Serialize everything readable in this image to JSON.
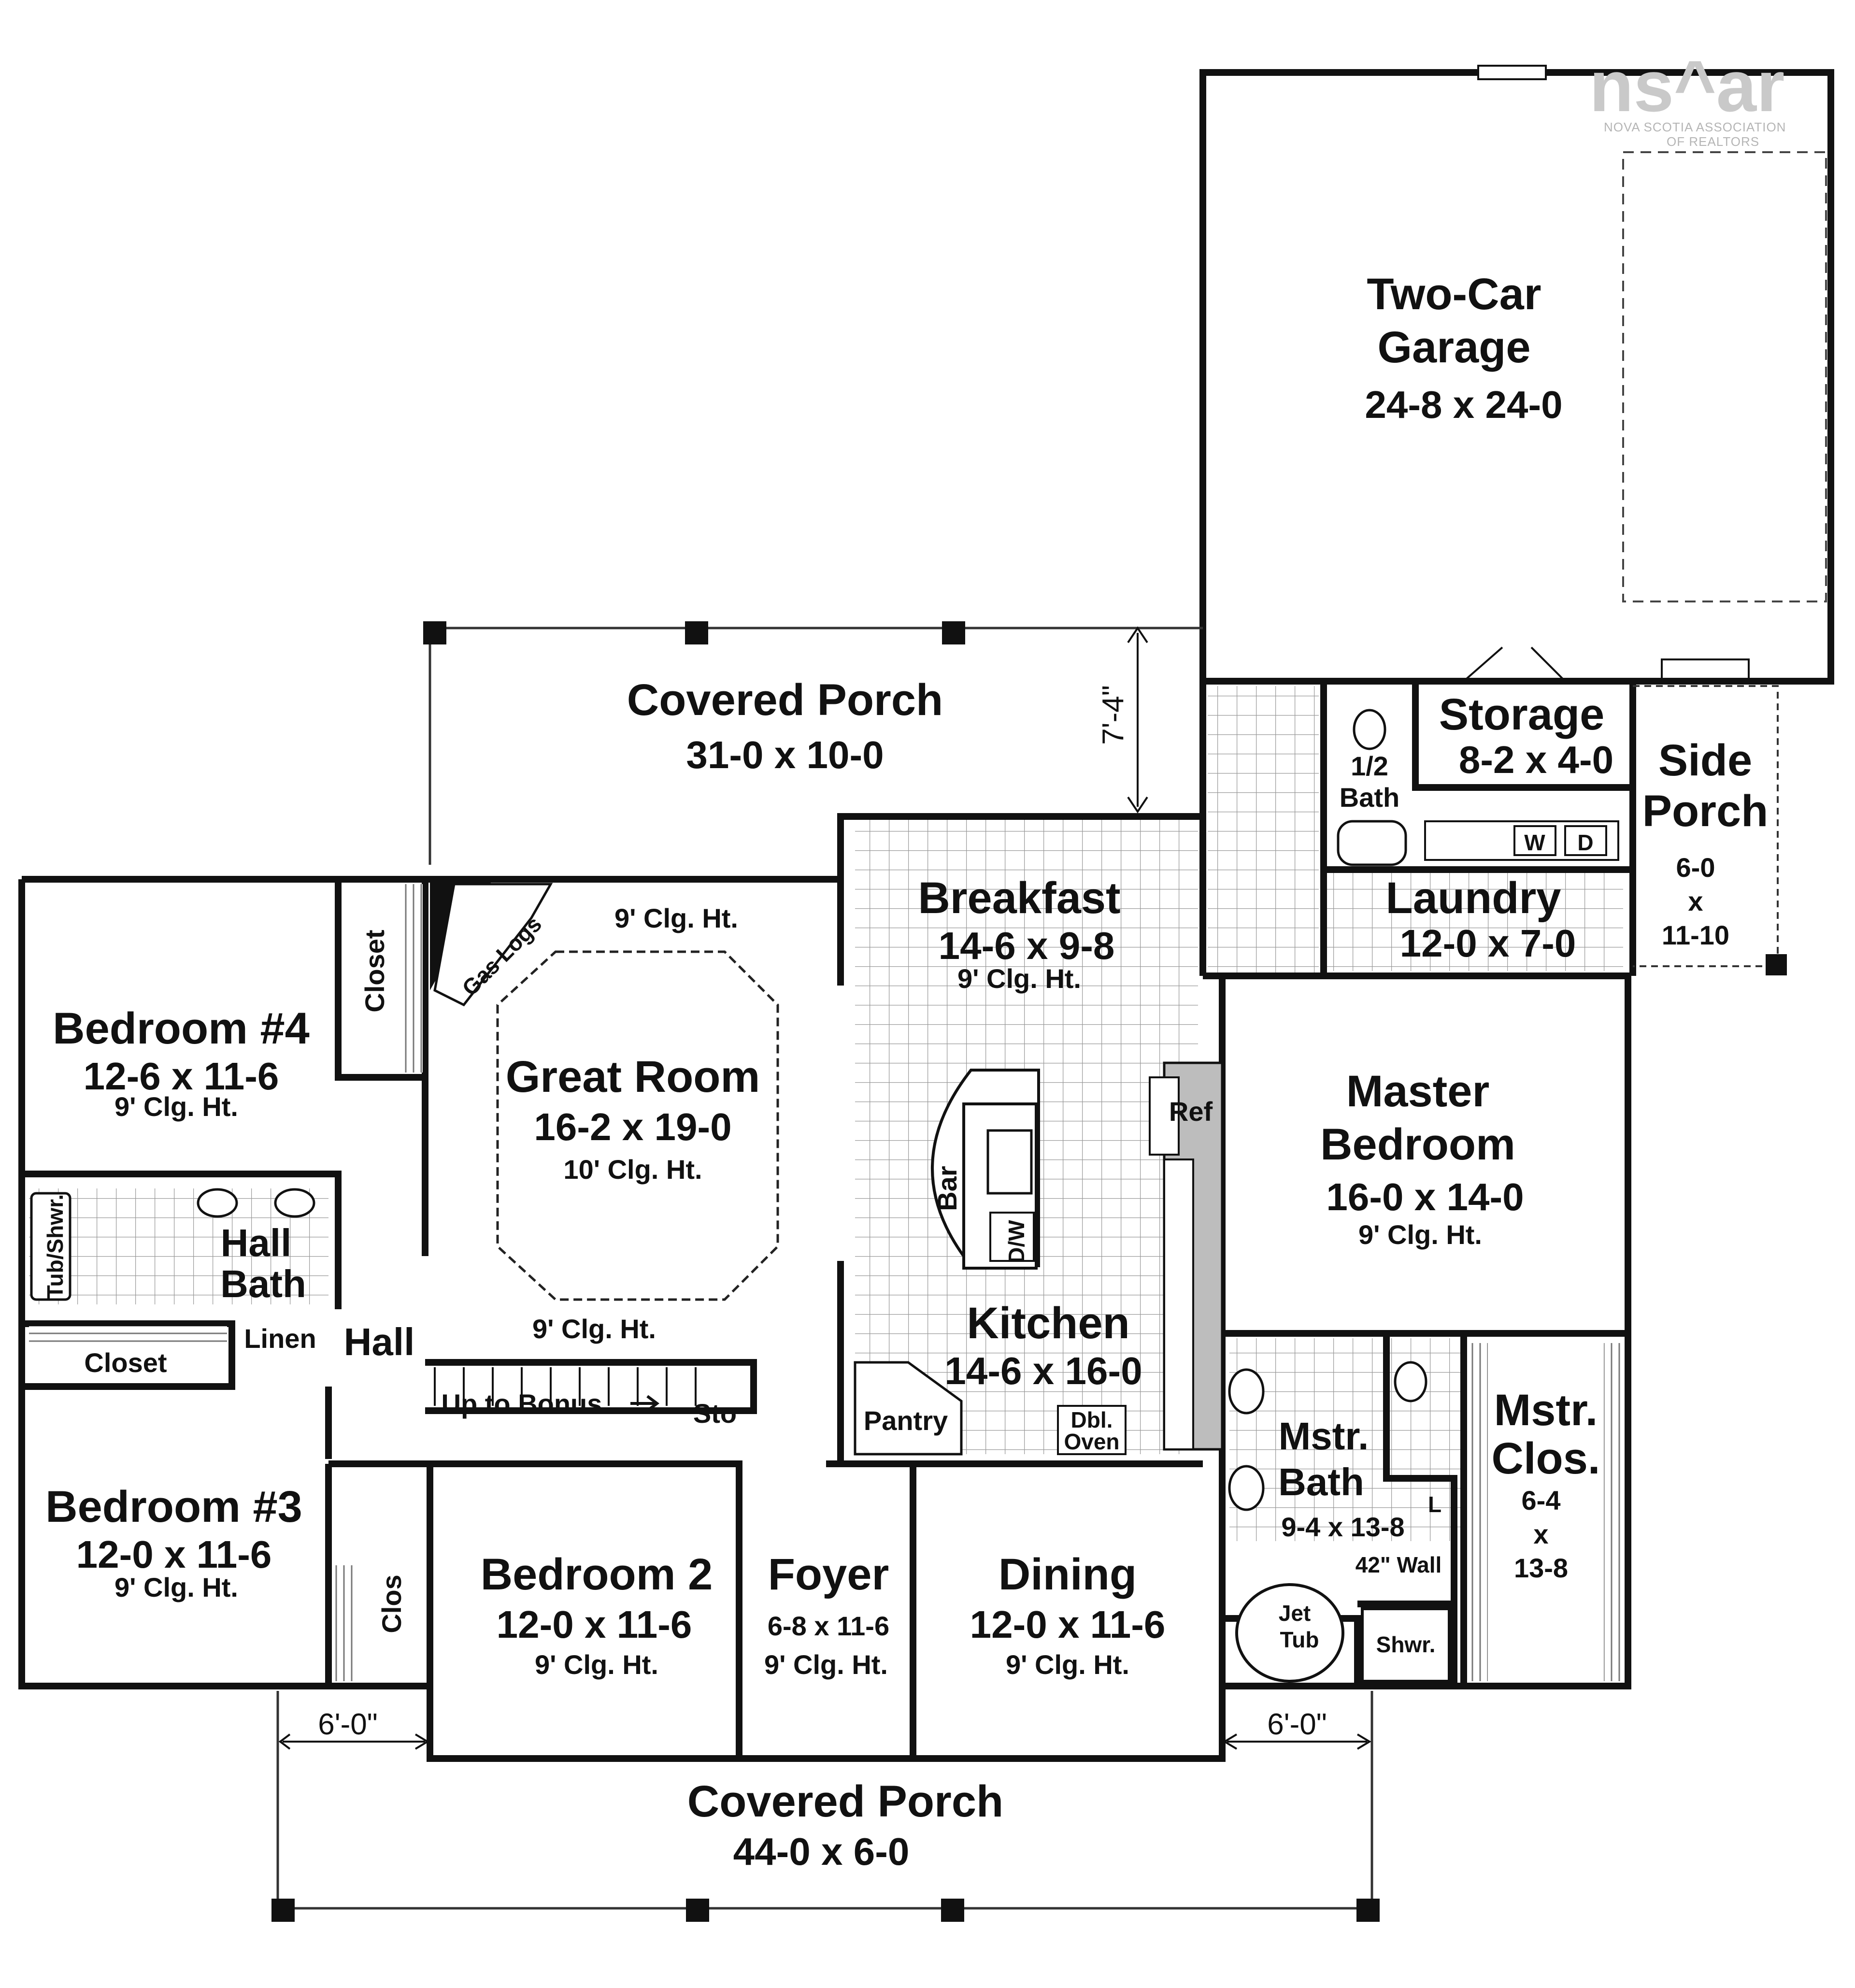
{
  "watermark": {
    "logo": "ns^ar",
    "org": "NOVA SCOTIA ASSOCIATION",
    "org2": "OF REALTORS"
  },
  "rooms": {
    "garage": {
      "name1": "Two-Car",
      "name2": "Garage",
      "dims": "24-8 x 24-0"
    },
    "rear_porch": {
      "name": "Covered Porch",
      "dims": "31-0 x 10-0",
      "depth": "7'-4\""
    },
    "storage": {
      "name": "Storage",
      "dims": "8-2 x 4-0"
    },
    "half_bath": {
      "name1": "1/2",
      "name2": "Bath"
    },
    "side_porch": {
      "name1": "Side",
      "name2": "Porch",
      "d1": "6-0",
      "d2": "x",
      "d3": "11-10"
    },
    "laundry": {
      "name": "Laundry",
      "dims": "12-0 x 7-0",
      "washer": "W",
      "dryer": "D"
    },
    "breakfast": {
      "name": "Breakfast",
      "dims": "14-6 x 9-8",
      "ceiling": "9' Clg. Ht."
    },
    "great_room": {
      "name": "Great Room",
      "dims": "16-2 x 19-0",
      "ceiling": "10' Clg. Ht.",
      "gas_logs": "Gas Logs",
      "ceiling_top": "9' Clg. Ht.",
      "ceiling_bottom": "9' Clg. Ht."
    },
    "bedroom4": {
      "name": "Bedroom #4",
      "dims": "12-6 x 11-6",
      "ceiling": "9' Clg. Ht.",
      "closet": "Closet"
    },
    "hall_bath": {
      "name1": "Hall",
      "name2": "Bath",
      "tub": "Tub/Shwr."
    },
    "linen": {
      "name": "Linen"
    },
    "hall": {
      "name": "Hall"
    },
    "closet_b3": {
      "name": "Closet"
    },
    "bedroom3": {
      "name": "Bedroom #3",
      "dims": "12-0 x 11-6",
      "ceiling": "9' Clg. Ht.",
      "clos": "Clos"
    },
    "stairs": {
      "label": "Up to Bonus",
      "sto": "Sto"
    },
    "kitchen": {
      "name": "Kitchen",
      "dims": "14-6 x 16-0",
      "bar": "Bar",
      "dw": "D/W",
      "ref": "Ref",
      "pantry": "Pantry",
      "oven1": "Dbl.",
      "oven2": "Oven"
    },
    "master_bedroom": {
      "name1": "Master",
      "name2": "Bedroom",
      "dims": "16-0 x 14-0",
      "ceiling": "9' Clg. Ht."
    },
    "master_bath": {
      "name1": "Mstr.",
      "name2": "Bath",
      "dims": "9-4 x 13-8",
      "wall": "42\" Wall",
      "tub1": "Jet",
      "tub2": "Tub",
      "shower": "Shwr.",
      "l": "L"
    },
    "master_closet": {
      "name1": "Mstr.",
      "name2": "Clos.",
      "d1": "6-4",
      "d2": "x",
      "d3": "13-8"
    },
    "bedroom2": {
      "name": "Bedroom 2",
      "dims": "12-0 x 11-6",
      "ceiling": "9' Clg. Ht."
    },
    "foyer": {
      "name": "Foyer",
      "dims": "6-8 x 11-6",
      "ceiling": "9' Clg. Ht."
    },
    "dining": {
      "name": "Dining",
      "dims": "12-0 x 11-6",
      "ceiling": "9' Clg. Ht."
    },
    "front_porch": {
      "name": "Covered Porch",
      "dims": "44-0 x 6-0",
      "left_ext": "6'-0\"",
      "right_ext": "6'-0\""
    }
  }
}
